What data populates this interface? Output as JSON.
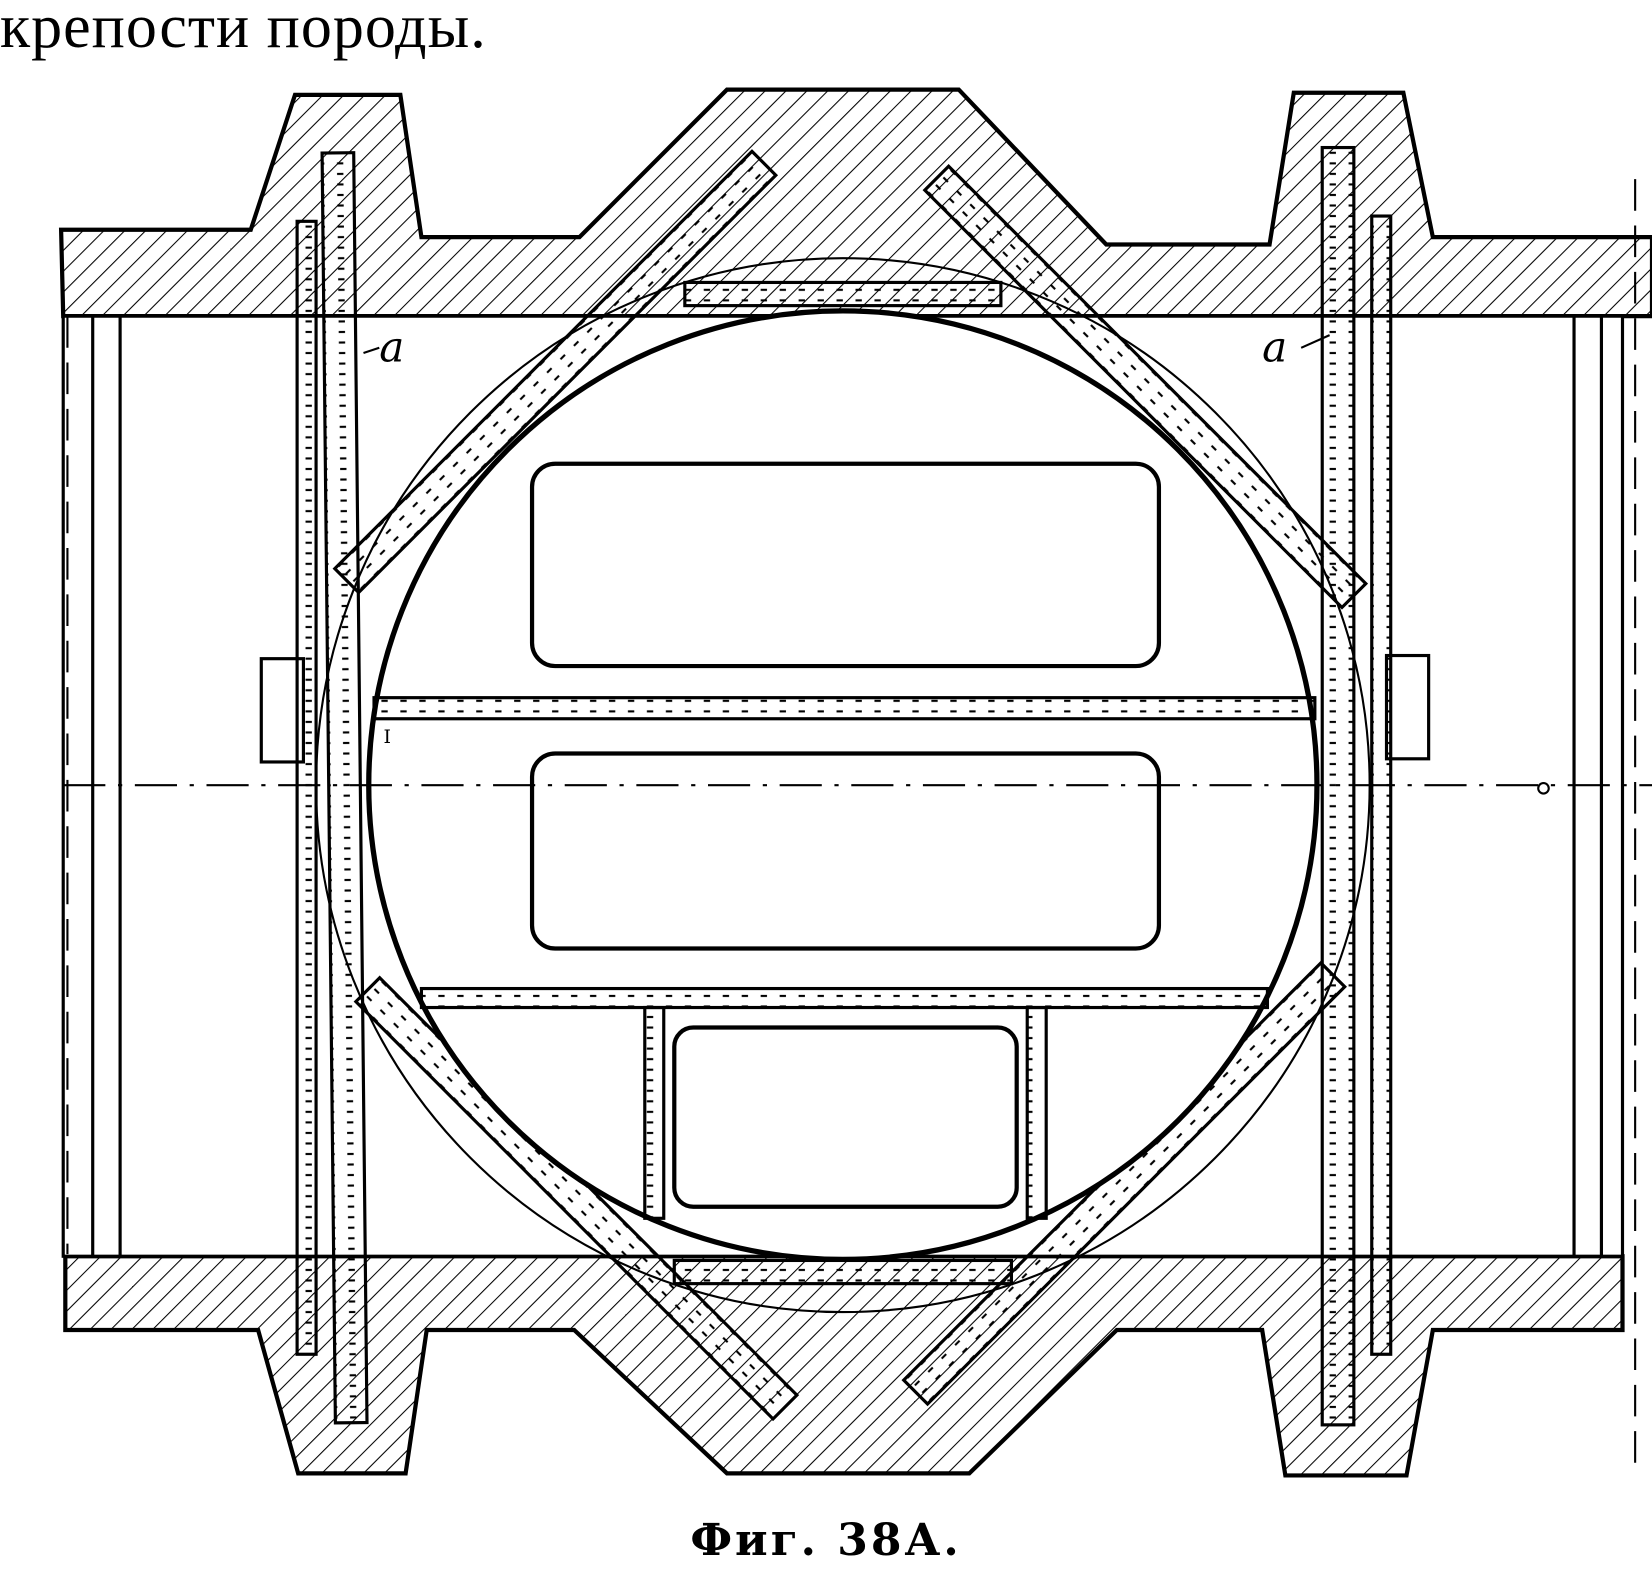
{
  "heading": "крепости породы.",
  "figure": {
    "labels": {
      "left_a": "a",
      "right_a": "a",
      "roman_one": "I"
    },
    "caption": "Фиг. 38А."
  }
}
